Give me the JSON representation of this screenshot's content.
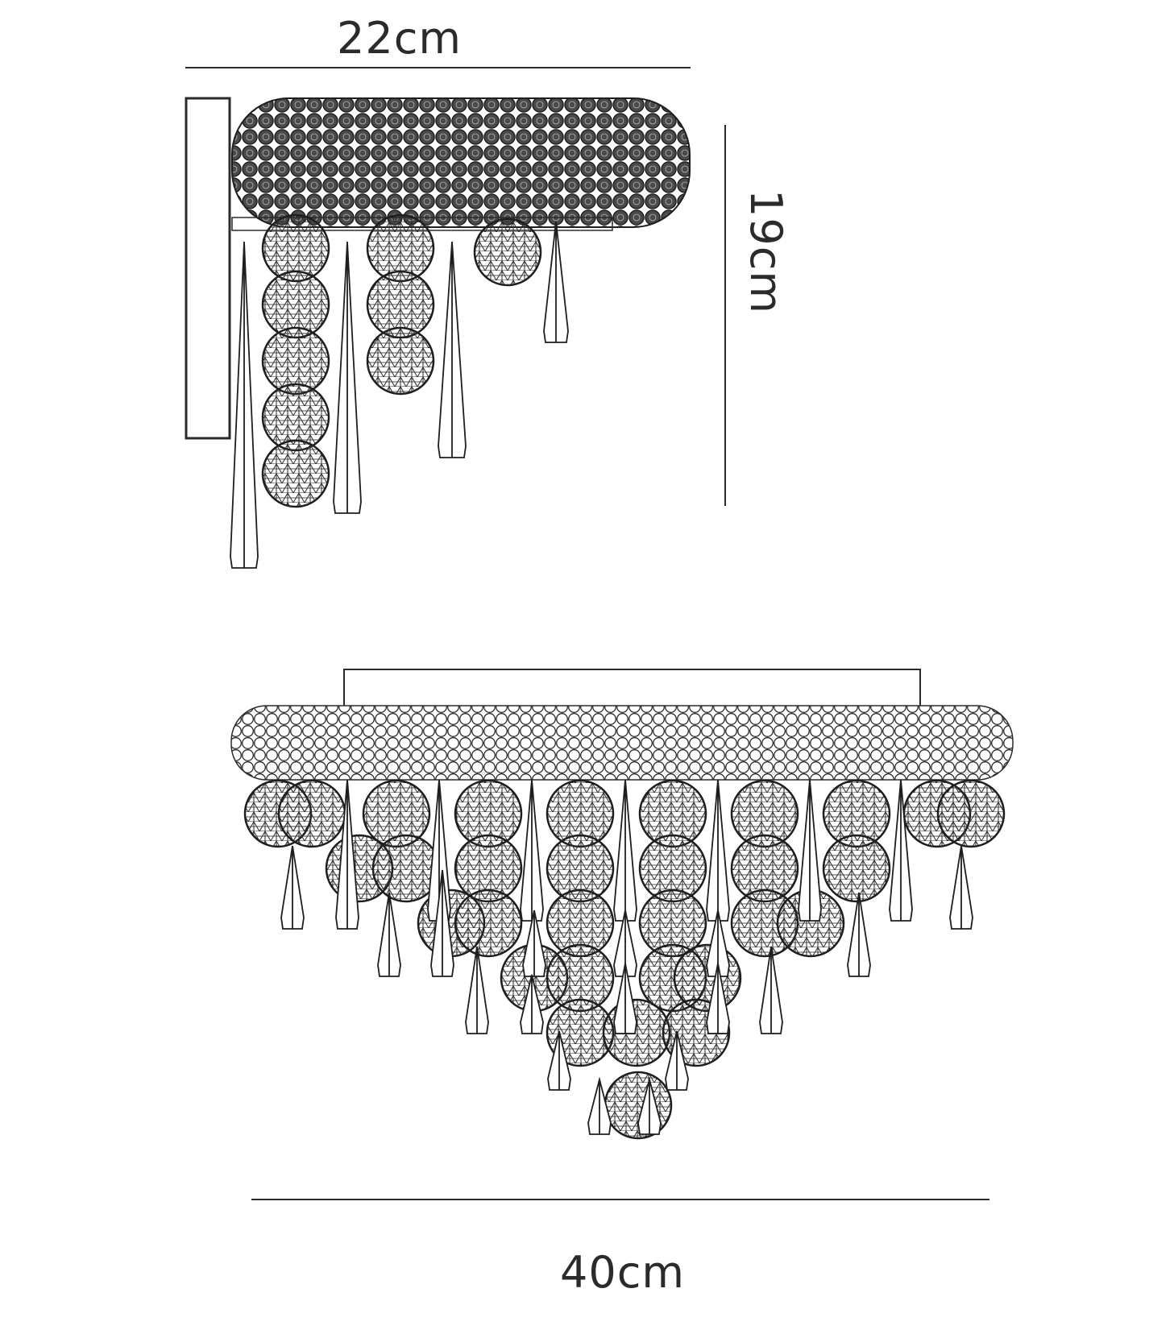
{
  "dimensions": {
    "width_top": "22cm",
    "height": "19cm",
    "width_bottom": "40cm"
  },
  "colors": {
    "line": "#2b2b2b",
    "fill_dark": "#3a3a3a",
    "background": "#ffffff"
  }
}
